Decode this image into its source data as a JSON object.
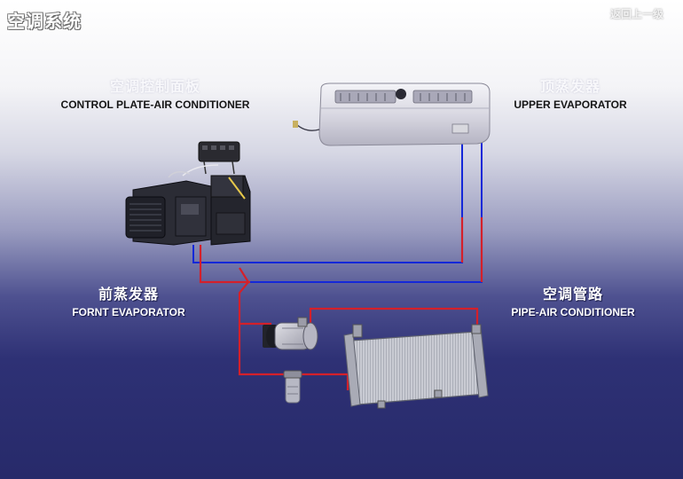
{
  "header": {
    "title": "空调系统",
    "back_link": "返回上一级"
  },
  "labels": {
    "control_plate": {
      "zh": "空调控制面板",
      "en": "CONTROL PLATE-AIR CONDITIONER"
    },
    "upper_evaporator": {
      "zh": "顶蒸发器",
      "en": "UPPER EVAPORATOR"
    },
    "front_evaporator": {
      "zh": "前蒸发器",
      "en": "FORNT EVAPORATOR"
    },
    "pipe": {
      "zh": "空调管路",
      "en": "PIPE-AIR CONDITIONER"
    }
  },
  "colors": {
    "high_pressure_line": "#d4202a",
    "low_pressure_line": "#1428d8",
    "background_top": "#ffffff",
    "background_bottom": "#272a6a"
  }
}
